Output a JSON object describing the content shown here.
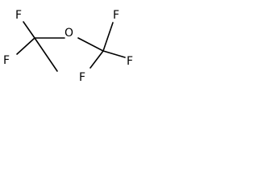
{
  "molecule": {
    "atoms": {
      "f_upper_left": "F",
      "f_lower_left": "F",
      "oxygen": "O",
      "f_upper_right": "F",
      "f_right": "F",
      "f_lower_right": "F"
    },
    "colors": {
      "bond": "#000000",
      "label": "#000000",
      "background": "#ffffff"
    }
  }
}
